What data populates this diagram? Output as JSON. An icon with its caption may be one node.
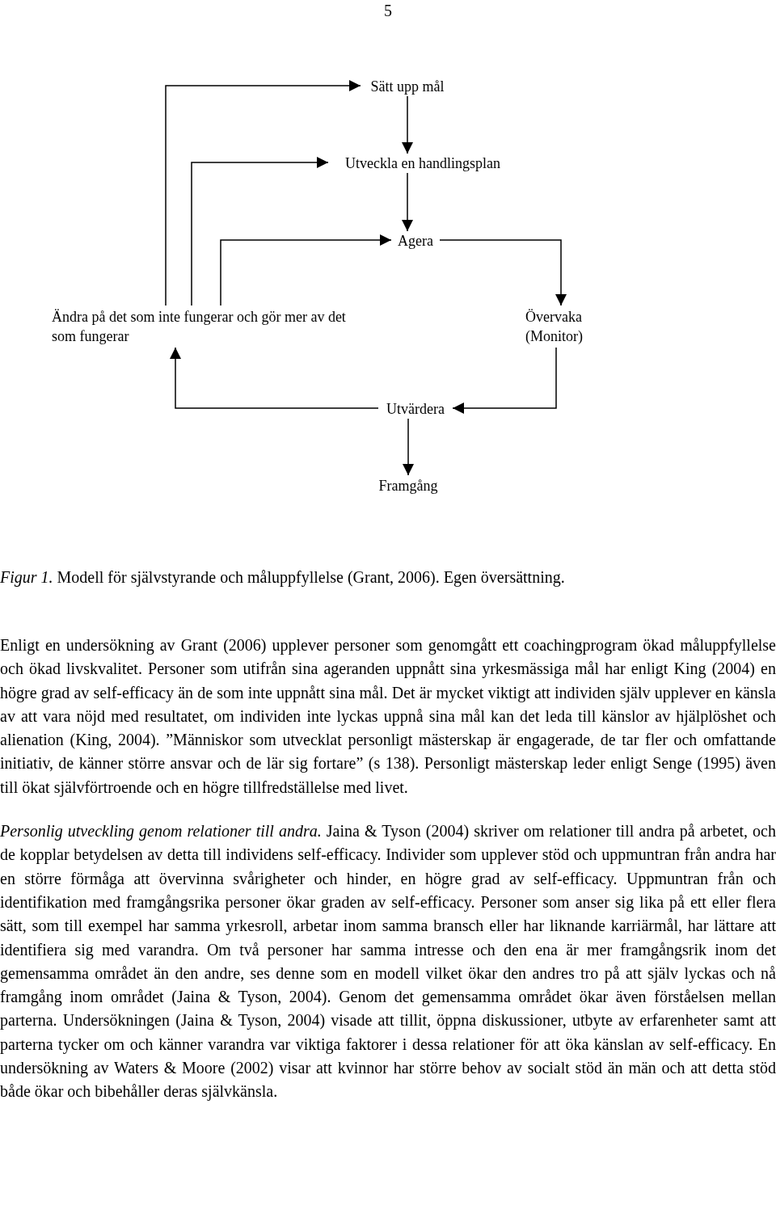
{
  "diagram": {
    "caption": "*Figur 1.* Modell för självstyrande och måluppfyllelse (Grant, 2006). Egen översättning.",
    "nodes": [
      {
        "text": [
          "Sätt upp mål"
        ]
      },
      {
        "text": [
          "Utveckla en handlingsplan"
        ]
      },
      {
        "text": [
          "Agera"
        ]
      },
      {
        "text": [
          "Ändra på det som inte fungerar och gör mer av det som fungerar"
        ]
      },
      {
        "text": [
          "Övervaka (Monitor)"
        ]
      },
      {
        "text": [
          "Utvärdera"
        ]
      },
      {
        "text": [
          "Framgång"
        ]
      }
    ],
    "edges": [
      {
        "from": 0,
        "to": 1,
        "arrow": "to"
      },
      {
        "from": 1,
        "to": 2,
        "arrow": "to"
      },
      {
        "from": 2,
        "to": 4,
        "arrow": "to"
      },
      {
        "from": 4,
        "to": 5,
        "arrow": "to"
      },
      {
        "from": 5,
        "to": 3,
        "arrow": "to"
      },
      {
        "from": 5,
        "to": 6,
        "arrow": "to"
      },
      {
        "from": 3,
        "to": 0,
        "arrow": "to"
      },
      {
        "from": 3,
        "to": 1,
        "arrow": "to"
      },
      {
        "from": 3,
        "to": 2,
        "arrow": "to"
      }
    ],
    "labels": [
      "5",
      "Enligt en undersökning av Grant (2006) upplever personer som genomgått ett coachingprogram ökad måluppfyllelse och ökad livskvalitet. Personer som utifrån sina ageranden uppnått sina yrkesmässiga mål har enligt King (2004) en högre grad av self-efficacy än de som inte uppnått sina mål. Det är mycket viktigt att individen själv upplever en känsla av att vara nöjd med resultatet, om individen inte lyckas uppnå sina mål kan det leda till känslor av hjälplöshet och alienation (King, 2004). ”Människor som utvecklat personligt mästerskap är engagerade, de tar fler och omfattande initiativ, de känner större ansvar och de lär sig fortare” (s 138). Personligt mästerskap leder enligt Senge (1995) även till ökat självförtroende och en högre tillfredställelse med livet.",
      "*Personlig utveckling genom relationer till andra.* Jaina & Tyson (2004) skriver om relationer till andra på arbetet, och de kopplar betydelsen av detta till individens self-efficacy. Individer som upplever stöd och uppmuntran från andra har en större förmåga att övervinna svårigheter och hinder, en högre grad av self-efficacy. Uppmuntran från och identifikation med framgångsrika personer ökar graden av self-efficacy. Personer som anser sig lika på ett eller flera sätt, som till exempel har samma yrkesroll, arbetar inom samma bransch eller har liknande karriärmål, har lättare att identifiera sig med varandra. Om två personer har samma intresse och den ena är mer framgångsrik inom det gemensamma området än den andre, ses denne som en modell vilket ökar den andres tro på att själv lyckas och nå framgång inom området (Jaina & Tyson, 2004). Genom det gemensamma området ökar även förståelsen mellan parterna. Undersökningen (Jaina & Tyson, 2004) visade att tillit, öppna diskussioner, utbyte av erfarenheter samt att parterna tycker om och känner varandra var viktiga faktorer i dessa relationer för att öka känslan av self-efficacy. En undersökning av Waters & Moore (2002) visar att kvinnor har större behov av socialt stöd än män och att detta stöd både ökar och bibehåller deras självkänsla."
    ]
  }
}
